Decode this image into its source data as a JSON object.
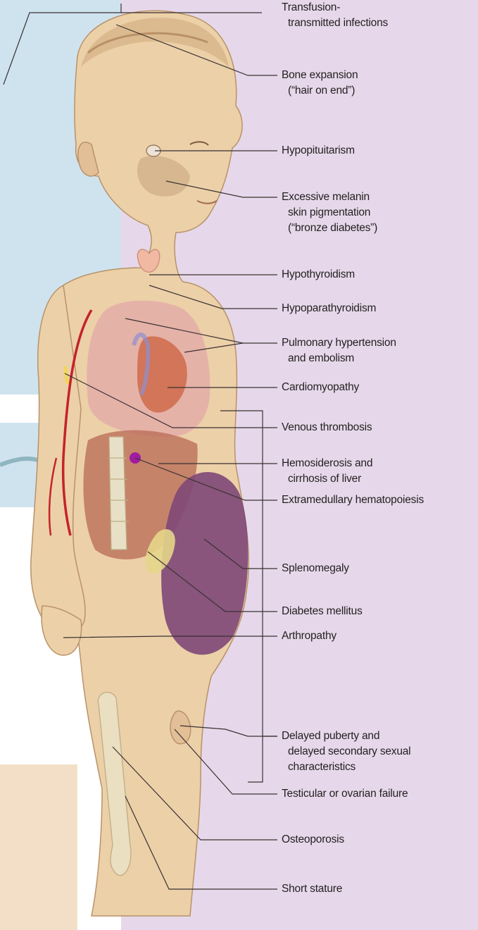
{
  "colors": {
    "background_left": "#cfe3ef",
    "background_right": "#e6d8ea",
    "background_bottom": "#f3dfc8",
    "skin": "#ecd0a8",
    "skin_outline": "#b8926a",
    "lung": "#e3aaa8",
    "heart": "#cf6a4a",
    "liver": "#b86a55",
    "spleen": "#7e4777",
    "bone": "#eadfc0",
    "artery": "#c4232a",
    "leader_line": "#3a3132",
    "label_text": "#231f20"
  },
  "labels": [
    {
      "key": "transfusion",
      "lines": [
        "Transfusion-",
        "transmitted infections"
      ]
    },
    {
      "key": "bone_expansion",
      "lines": [
        "Bone expansion",
        "(“hair on end”)"
      ]
    },
    {
      "key": "hypopituitarism",
      "lines": [
        "Hypopituitarism"
      ]
    },
    {
      "key": "melanin",
      "lines": [
        "Excessive melanin",
        "skin pigmentation",
        "(“bronze diabetes”)"
      ]
    },
    {
      "key": "hypothyroidism",
      "lines": [
        "Hypothyroidism"
      ]
    },
    {
      "key": "hypoparathyroidism",
      "lines": [
        "Hypoparathyroidism"
      ]
    },
    {
      "key": "pulmonary",
      "lines": [
        "Pulmonary hypertension",
        "and embolism"
      ]
    },
    {
      "key": "cardiomyopathy",
      "lines": [
        "Cardiomyopathy"
      ]
    },
    {
      "key": "venous",
      "lines": [
        "Venous thrombosis"
      ]
    },
    {
      "key": "hemosiderosis",
      "lines": [
        "Hemosiderosis and",
        "cirrhosis of liver"
      ]
    },
    {
      "key": "extramedullary",
      "lines": [
        "Extramedullary hematopoiesis"
      ]
    },
    {
      "key": "splenomegaly",
      "lines": [
        "Splenomegaly"
      ]
    },
    {
      "key": "diabetes",
      "lines": [
        "Diabetes mellitus"
      ]
    },
    {
      "key": "arthropathy",
      "lines": [
        "Arthropathy"
      ]
    },
    {
      "key": "puberty",
      "lines": [
        "Delayed puberty and",
        "delayed secondary sexual",
        "characteristics"
      ]
    },
    {
      "key": "testicular",
      "lines": [
        "Testicular or ovarian failure"
      ]
    },
    {
      "key": "osteoporosis",
      "lines": [
        "Osteoporosis"
      ]
    },
    {
      "key": "short_stature",
      "lines": [
        "Short stature"
      ]
    }
  ]
}
